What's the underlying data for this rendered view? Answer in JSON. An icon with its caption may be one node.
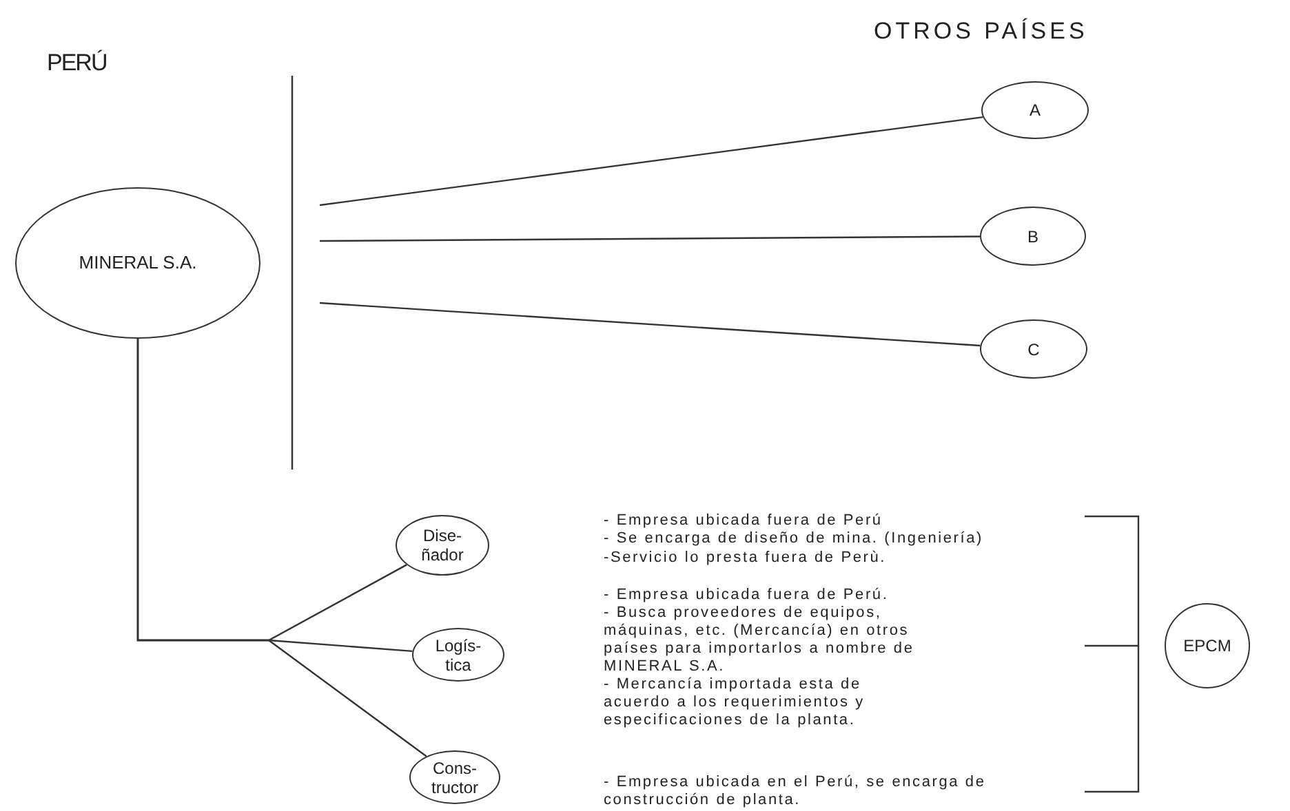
{
  "diagram": {
    "nodes": [
      {
        "text": [
          "MINERAL S.A."
        ]
      },
      {
        "text": [
          "A"
        ]
      },
      {
        "text": [
          "B"
        ]
      },
      {
        "text": [
          "C"
        ]
      },
      {
        "text": [
          "Dise- ñador"
        ]
      },
      {
        "text": [
          "Logís- tica"
        ]
      },
      {
        "text": [
          "Cons- tructor"
        ]
      },
      {
        "text": [
          "EPCM"
        ]
      }
    ],
    "edges": [
      {
        "from": null,
        "to": 1,
        "arrow": "none"
      },
      {
        "from": null,
        "to": 2,
        "arrow": "none"
      },
      {
        "from": null,
        "to": 3,
        "arrow": "none"
      },
      {
        "from": 0,
        "to": 4,
        "arrow": "none"
      },
      {
        "from": 0,
        "to": 5,
        "arrow": "none"
      },
      {
        "from": 0,
        "to": 6,
        "arrow": "none"
      }
    ],
    "labels": [
      "PERÚ",
      "OTROS PAÍSES",
      "- Empresa ubicada fuera de Perú",
      "- Se encarga de diseño de mina. (Ingeniería)",
      "-Servicio lo presta fuera de Perù.",
      "- Empresa ubicada fuera de Perú.",
      "- Busca proveedores de equipos, máquinas, etc. (Mercancía) en otros países para importarlos a nombre de MINERAL S.A.",
      "- Mercancía importada esta de acuerdo a los requerimientos y especificaciones de la planta.",
      "- Empresa ubicada en el Perú, se encarga de construcción de planta."
    ]
  }
}
